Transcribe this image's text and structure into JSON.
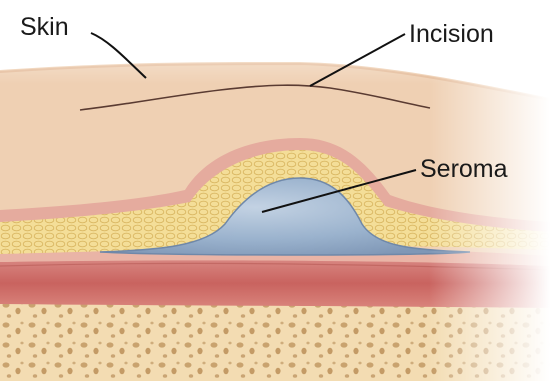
{
  "labels": {
    "skin": "Skin",
    "incision": "Incision",
    "seroma": "Seroma"
  },
  "colors": {
    "skin_surface": "#f0d3b6",
    "skin_edge": "#e2b797",
    "dermis": "#e3a99c",
    "fat": "#f3dc94",
    "seroma_fluid": "#98b1cd",
    "muscle": "#cf7471",
    "bone": "#f2dbb0",
    "bone_pores": "#c7a069",
    "leader_line": "#111111"
  }
}
